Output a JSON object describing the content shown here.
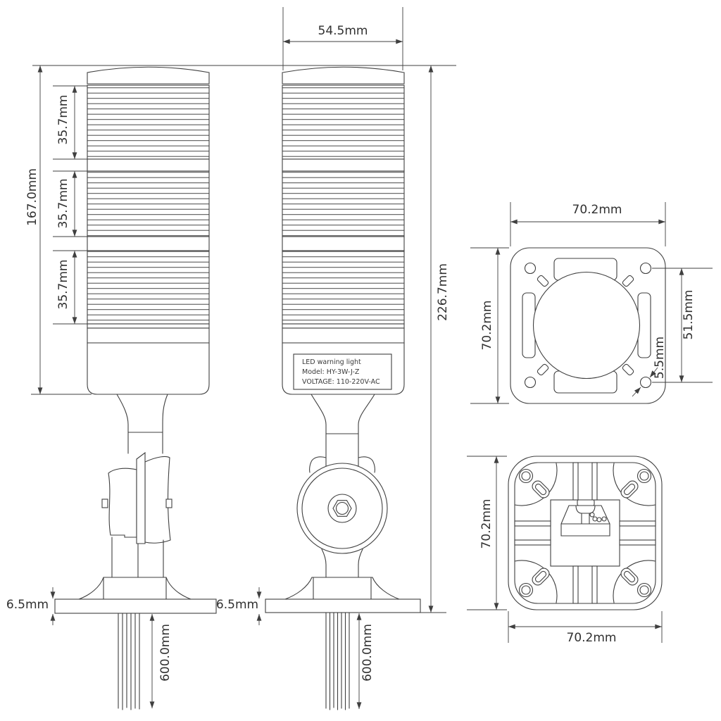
{
  "drawing": {
    "type": "technical-dimension-drawing",
    "line_color": "#3f3f3f",
    "background": "#ffffff"
  },
  "label": {
    "line1": "LED warning light",
    "line2": "Model: HY-3W-J-Z",
    "line3": "VOLTAGE: 110-220V-AC"
  },
  "dims": {
    "cap_width": "54.5mm",
    "tower_height": "167.0mm",
    "seg_top": "35.7mm",
    "seg_mid": "35.7mm",
    "seg_bot": "35.7mm",
    "overall_height": "226.7mm",
    "plate_side": "6.5mm",
    "plate_front": "6.5mm",
    "cable_side": "600.0mm",
    "cable_front": "600.0mm",
    "top_w": "70.2mm",
    "top_h": "70.2mm",
    "hole_spacing": "51.5mm",
    "hole_dia": "5.5mm",
    "bot_h": "70.2mm",
    "bot_w": "70.2mm"
  }
}
